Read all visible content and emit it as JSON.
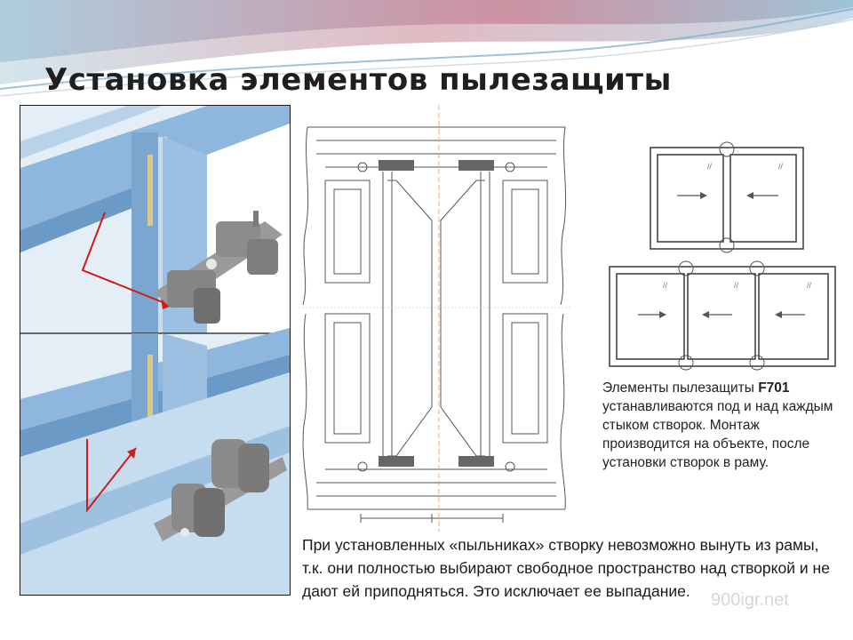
{
  "slide": {
    "title": "Установка элементов пылезащиты",
    "description": {
      "prefix": "Элементы пылезащиты ",
      "code": "F701",
      "suffix": " устанавливаются под и над каждым стыком створок. Монтаж производится на объекте, после установки створок в раму."
    },
    "note": "При установленных «пыльниках» створку невозможно вынуть из рамы, т.к. они полностью выбирают свободное пространство над створкой и не дают ей приподняться. Это исключает ее выпадание.",
    "watermark": "900igr.net"
  },
  "colors": {
    "profile": "#8fb6dc",
    "profile_dark": "#5f8fbf",
    "arrow": "#d11a1a",
    "clip": "#8f8f8f",
    "drawing_line": "#555555"
  },
  "icons": [
    "two-sash-window-diagram",
    "three-sash-window-diagram",
    "dust-guard-clip-icon"
  ]
}
